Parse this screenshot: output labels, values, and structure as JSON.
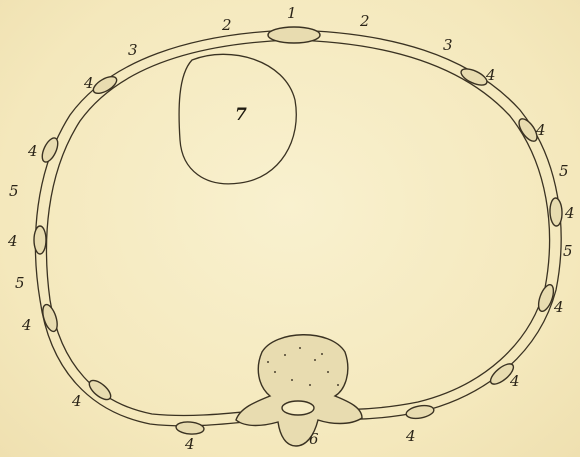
{
  "labels": {
    "sternum": "1",
    "cartilage_left": "2",
    "cartilage_right": "2",
    "rib_left_top": "3",
    "rib_right_top": "3",
    "ring_4_a": "4",
    "ring_4_b": "4",
    "ring_4_c": "4",
    "ring_4_d": "4",
    "ring_4_e": "4",
    "ring_4_f": "4",
    "ring_4_g": "4",
    "ring_4_h": "4",
    "ring_4_i": "4",
    "ring_4_j": "4",
    "ring_4_k": "4",
    "ring_5_a": "5",
    "ring_5_b": "5",
    "ring_5_c": "5",
    "ring_5_d": "5",
    "vertebra": "6",
    "heart_region": "7"
  }
}
